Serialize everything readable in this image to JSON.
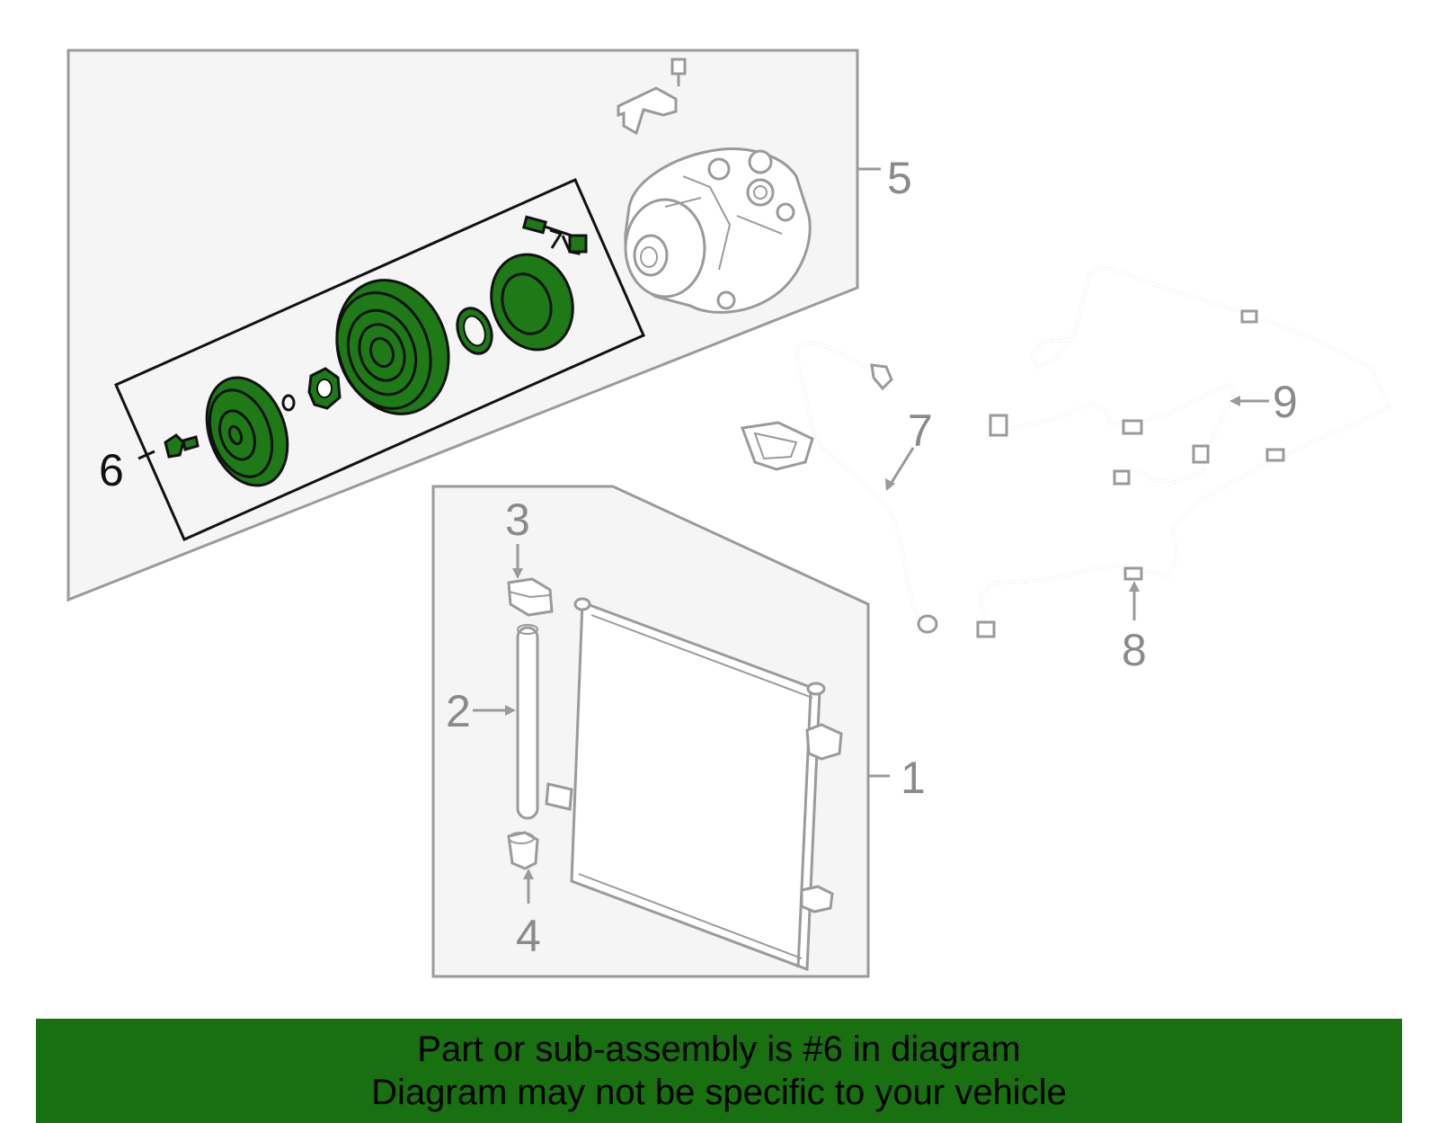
{
  "colors": {
    "highlight_part": "#1e7a16",
    "banner_background": "#197010",
    "panel_background": "#f5f5f5",
    "part_outline_gray": "#9a9a9a",
    "part_outline_black": "#111111"
  },
  "callouts": {
    "c1": "1",
    "c2": "2",
    "c3": "3",
    "c4": "4",
    "c5": "5",
    "c6": "6",
    "c7": "7",
    "c8": "8",
    "c9": "9"
  },
  "highlighted_callout": "6",
  "banner": {
    "line1": "Part or sub-assembly is #6 in diagram",
    "line2": "Diagram may not be specific to your vehicle"
  }
}
